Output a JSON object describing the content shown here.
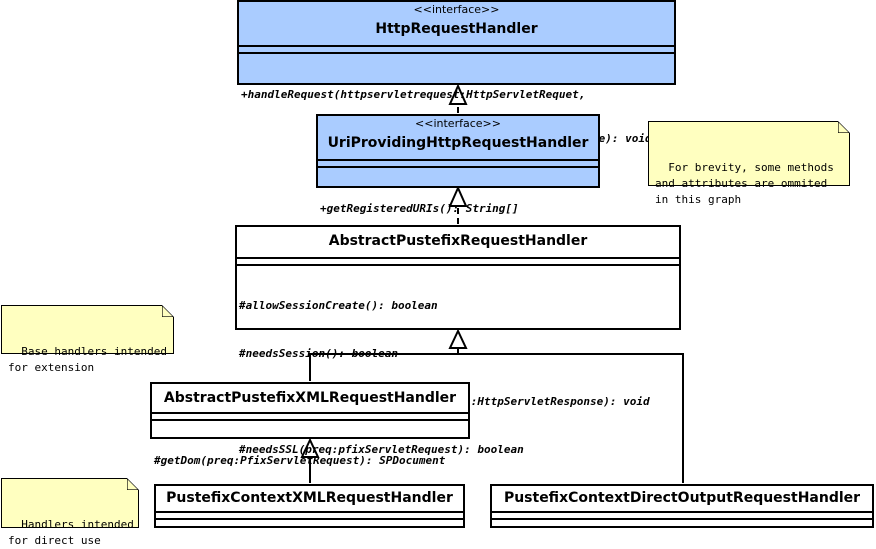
{
  "classes": {
    "http_request_handler": {
      "stereotype": "<<interface>>",
      "name": "HttpRequestHandler",
      "operations": [
        "+handleRequest(httpservletrequest:HttpServletRequet,",
        "                httpservletresponse:HttpServletResponse): void"
      ]
    },
    "uri_providing": {
      "stereotype": "<<interface>>",
      "name": "UriProvidingHttpRequestHandler",
      "operations": [
        "+getRegisteredURIs(): String[]"
      ]
    },
    "abstract_pustefix": {
      "name": "AbstractPustefixRequestHandler",
      "operations": [
        "#allowSessionCreate(): boolean",
        "#needsSession(): boolean",
        "#process(preq:PfixServletRequst,res:HttpServletResponse): void",
        "#needsSSL(preq:pfixServletRequest): boolean"
      ]
    },
    "abstract_xml": {
      "name": "AbstractPustefixXMLRequestHandler",
      "operations": [
        "#getDom(preq:PfixServletRequest): SPDocument"
      ]
    },
    "context_xml": {
      "name": "PustefixContextXMLRequestHandler"
    },
    "context_direct": {
      "name": "PustefixContextDirectOutputRequestHandler"
    }
  },
  "notes": {
    "brevity": "For brevity, some methods\nand attributes are ommited\nin this graph",
    "base": "Base handlers intended\nfor extension",
    "direct": "Handlers intended\nfor direct use"
  },
  "colors": {
    "interface_fill": "#aaccff",
    "note_fill": "#ffffc0"
  }
}
